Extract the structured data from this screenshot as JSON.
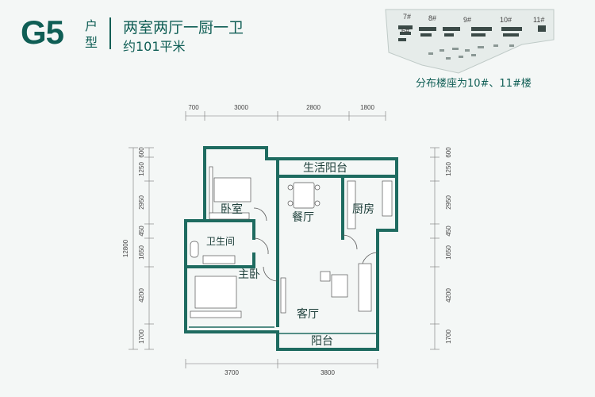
{
  "header": {
    "code": "G5",
    "code_sub": "户型",
    "layout": "两室两厅一厨一卫",
    "area": "约101平米"
  },
  "site_plan": {
    "buildings": [
      "7#",
      "8#",
      "9#",
      "10#",
      "11#",
      "6#"
    ],
    "caption": "分布楼座为10#、11#楼"
  },
  "rooms": {
    "living_balcony": "生活阳台",
    "bedroom": "卧室",
    "dining": "餐厅",
    "kitchen": "厨房",
    "bathroom": "卫生间",
    "master_bedroom": "主卧",
    "living_room": "客厅",
    "balcony": "阳台"
  },
  "dimensions": {
    "top": [
      "700",
      "3000",
      "2800",
      "1800"
    ],
    "bottom": [
      "3700",
      "3800"
    ],
    "left": [
      "600",
      "1250",
      "2950",
      "450",
      "1650",
      "4200",
      "1700"
    ],
    "left_total": "12800",
    "right": [
      "600",
      "1250",
      "2950",
      "450",
      "1650",
      "4200",
      "1700"
    ]
  },
  "colors": {
    "brand": "#0f5e55",
    "wall": "#1e6b60",
    "background": "#f4f7f6"
  }
}
